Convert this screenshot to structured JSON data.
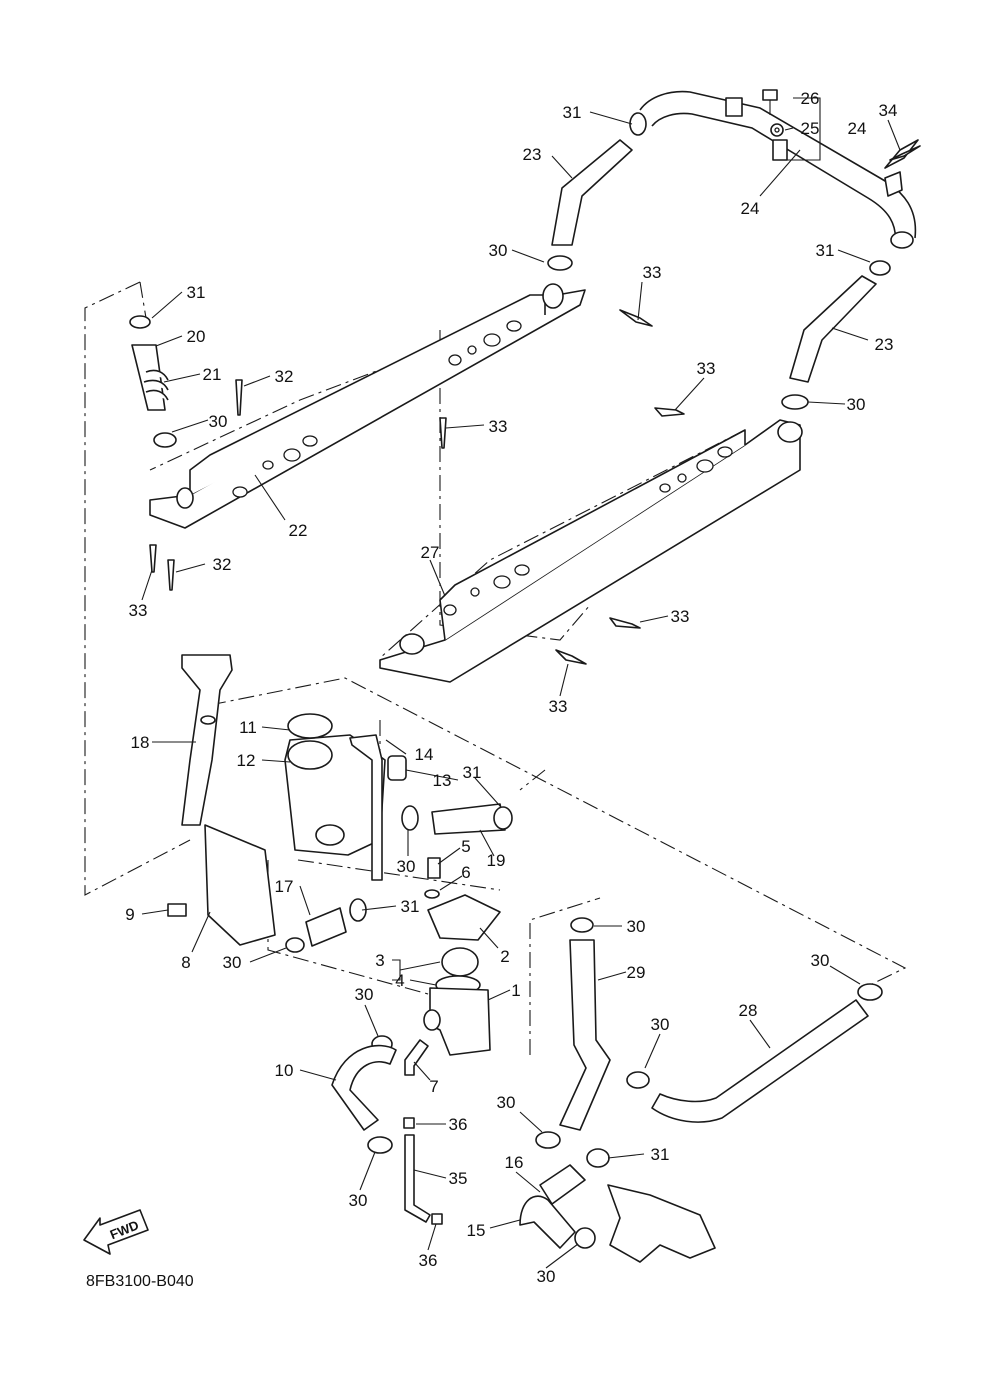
{
  "diagram_code": "8FB3100-B040",
  "fwd_label": "FWD",
  "callouts": {
    "c1": "1",
    "c2": "2",
    "c3": "3",
    "c4": "4",
    "c5": "5",
    "c6": "6",
    "c7": "7",
    "c8": "8",
    "c9": "9",
    "c10": "10",
    "c11": "11",
    "c12": "12",
    "c13": "13",
    "c14": "14",
    "c15": "15",
    "c16": "16",
    "c17": "17",
    "c18": "18",
    "c19": "19",
    "c20": "20",
    "c21": "21",
    "c22": "22",
    "c23": "23",
    "c24": "24",
    "c25": "25",
    "c26": "26",
    "c27": "27",
    "c28": "28",
    "c29": "29",
    "c30": "30",
    "c31": "31",
    "c32": "32",
    "c33": "33",
    "c34": "34",
    "c35": "35",
    "c36": "36"
  }
}
